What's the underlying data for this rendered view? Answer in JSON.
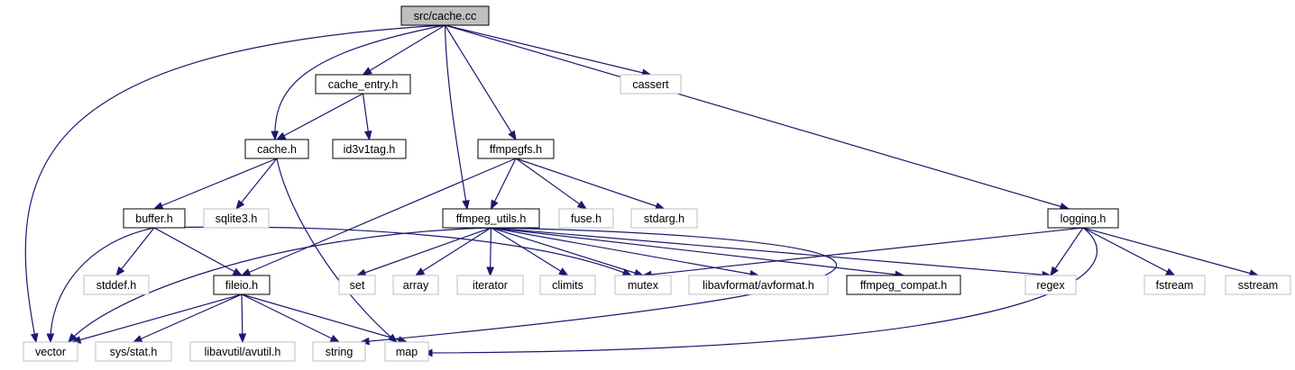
{
  "colors": {
    "edge": "#191970",
    "internal_border": "#000000",
    "external_border": "#bfbfbf",
    "root_fill": "#bfbfbf",
    "fill": "#ffffff",
    "text": "#000000"
  },
  "nodes": [
    {
      "id": "src_cache_cc",
      "label": "src/cache.cc",
      "kind": "root"
    },
    {
      "id": "cache_entry_h",
      "label": "cache_entry.h",
      "kind": "internal"
    },
    {
      "id": "cassert",
      "label": "cassert",
      "kind": "external"
    },
    {
      "id": "cache_h",
      "label": "cache.h",
      "kind": "internal"
    },
    {
      "id": "id3v1tag_h",
      "label": "id3v1tag.h",
      "kind": "internal"
    },
    {
      "id": "ffmpegfs_h",
      "label": "ffmpegfs.h",
      "kind": "internal"
    },
    {
      "id": "buffer_h",
      "label": "buffer.h",
      "kind": "internal"
    },
    {
      "id": "sqlite3_h",
      "label": "sqlite3.h",
      "kind": "external"
    },
    {
      "id": "ffmpeg_utils_h",
      "label": "ffmpeg_utils.h",
      "kind": "internal"
    },
    {
      "id": "fuse_h",
      "label": "fuse.h",
      "kind": "external"
    },
    {
      "id": "stdarg_h",
      "label": "stdarg.h",
      "kind": "external"
    },
    {
      "id": "logging_h",
      "label": "logging.h",
      "kind": "internal"
    },
    {
      "id": "stddef_h",
      "label": "stddef.h",
      "kind": "external"
    },
    {
      "id": "fileio_h",
      "label": "fileio.h",
      "kind": "internal"
    },
    {
      "id": "set",
      "label": "set",
      "kind": "external"
    },
    {
      "id": "array",
      "label": "array",
      "kind": "external"
    },
    {
      "id": "iterator",
      "label": "iterator",
      "kind": "external"
    },
    {
      "id": "climits",
      "label": "climits",
      "kind": "external"
    },
    {
      "id": "mutex",
      "label": "mutex",
      "kind": "external"
    },
    {
      "id": "libavformat_avformat_h",
      "label": "libavformat/avformat.h",
      "kind": "external"
    },
    {
      "id": "ffmpeg_compat_h",
      "label": "ffmpeg_compat.h",
      "kind": "internal"
    },
    {
      "id": "regex",
      "label": "regex",
      "kind": "external"
    },
    {
      "id": "fstream",
      "label": "fstream",
      "kind": "external"
    },
    {
      "id": "sstream",
      "label": "sstream",
      "kind": "external"
    },
    {
      "id": "vector",
      "label": "vector",
      "kind": "external"
    },
    {
      "id": "sys_stat_h",
      "label": "sys/stat.h",
      "kind": "external"
    },
    {
      "id": "libavutil_avutil_h",
      "label": "libavutil/avutil.h",
      "kind": "external"
    },
    {
      "id": "string",
      "label": "string",
      "kind": "external"
    },
    {
      "id": "map",
      "label": "map",
      "kind": "external"
    }
  ],
  "edges": [
    [
      "src_cache_cc",
      "cache_entry_h"
    ],
    [
      "src_cache_cc",
      "cassert"
    ],
    [
      "src_cache_cc",
      "cache_h"
    ],
    [
      "src_cache_cc",
      "ffmpegfs_h"
    ],
    [
      "src_cache_cc",
      "ffmpeg_utils_h"
    ],
    [
      "src_cache_cc",
      "logging_h"
    ],
    [
      "src_cache_cc",
      "vector"
    ],
    [
      "cache_entry_h",
      "cache_h"
    ],
    [
      "cache_entry_h",
      "id3v1tag_h"
    ],
    [
      "cache_h",
      "buffer_h"
    ],
    [
      "cache_h",
      "sqlite3_h"
    ],
    [
      "cache_h",
      "map"
    ],
    [
      "buffer_h",
      "stddef_h"
    ],
    [
      "buffer_h",
      "fileio_h"
    ],
    [
      "buffer_h",
      "vector"
    ],
    [
      "buffer_h",
      "mutex"
    ],
    [
      "ffmpegfs_h",
      "ffmpeg_utils_h"
    ],
    [
      "ffmpegfs_h",
      "fuse_h"
    ],
    [
      "ffmpegfs_h",
      "stdarg_h"
    ],
    [
      "ffmpegfs_h",
      "fileio_h"
    ],
    [
      "ffmpeg_utils_h",
      "vector"
    ],
    [
      "ffmpeg_utils_h",
      "set"
    ],
    [
      "ffmpeg_utils_h",
      "array"
    ],
    [
      "ffmpeg_utils_h",
      "iterator"
    ],
    [
      "ffmpeg_utils_h",
      "climits"
    ],
    [
      "ffmpeg_utils_h",
      "mutex"
    ],
    [
      "ffmpeg_utils_h",
      "libavformat_avformat_h"
    ],
    [
      "ffmpeg_utils_h",
      "ffmpeg_compat_h"
    ],
    [
      "ffmpeg_utils_h",
      "regex"
    ],
    [
      "ffmpeg_utils_h",
      "string"
    ],
    [
      "logging_h",
      "mutex"
    ],
    [
      "logging_h",
      "regex"
    ],
    [
      "logging_h",
      "fstream"
    ],
    [
      "logging_h",
      "sstream"
    ],
    [
      "logging_h",
      "map"
    ],
    [
      "fileio_h",
      "vector"
    ],
    [
      "fileio_h",
      "sys_stat_h"
    ],
    [
      "fileio_h",
      "libavutil_avutil_h"
    ],
    [
      "fileio_h",
      "string"
    ],
    [
      "fileio_h",
      "map"
    ]
  ]
}
